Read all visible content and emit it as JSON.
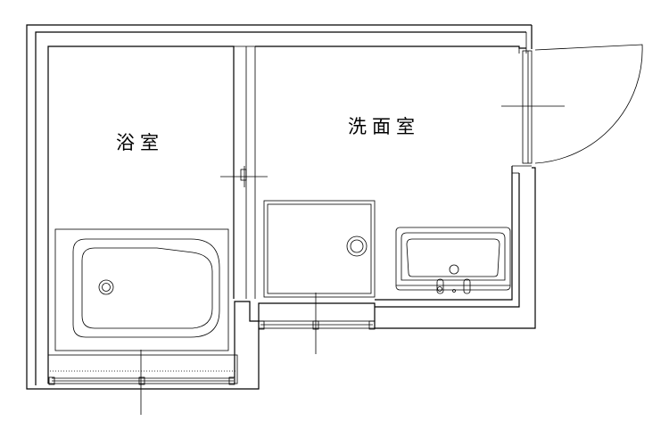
{
  "rooms": {
    "bathroom": {
      "label": "浴室"
    },
    "washroom": {
      "label": "洗面室"
    }
  },
  "colors": {
    "line": "#000000",
    "background": "#ffffff"
  },
  "fixtures": [
    "bathtub",
    "washing-machine-pan",
    "washbasin",
    "sliding-window",
    "swing-door"
  ]
}
